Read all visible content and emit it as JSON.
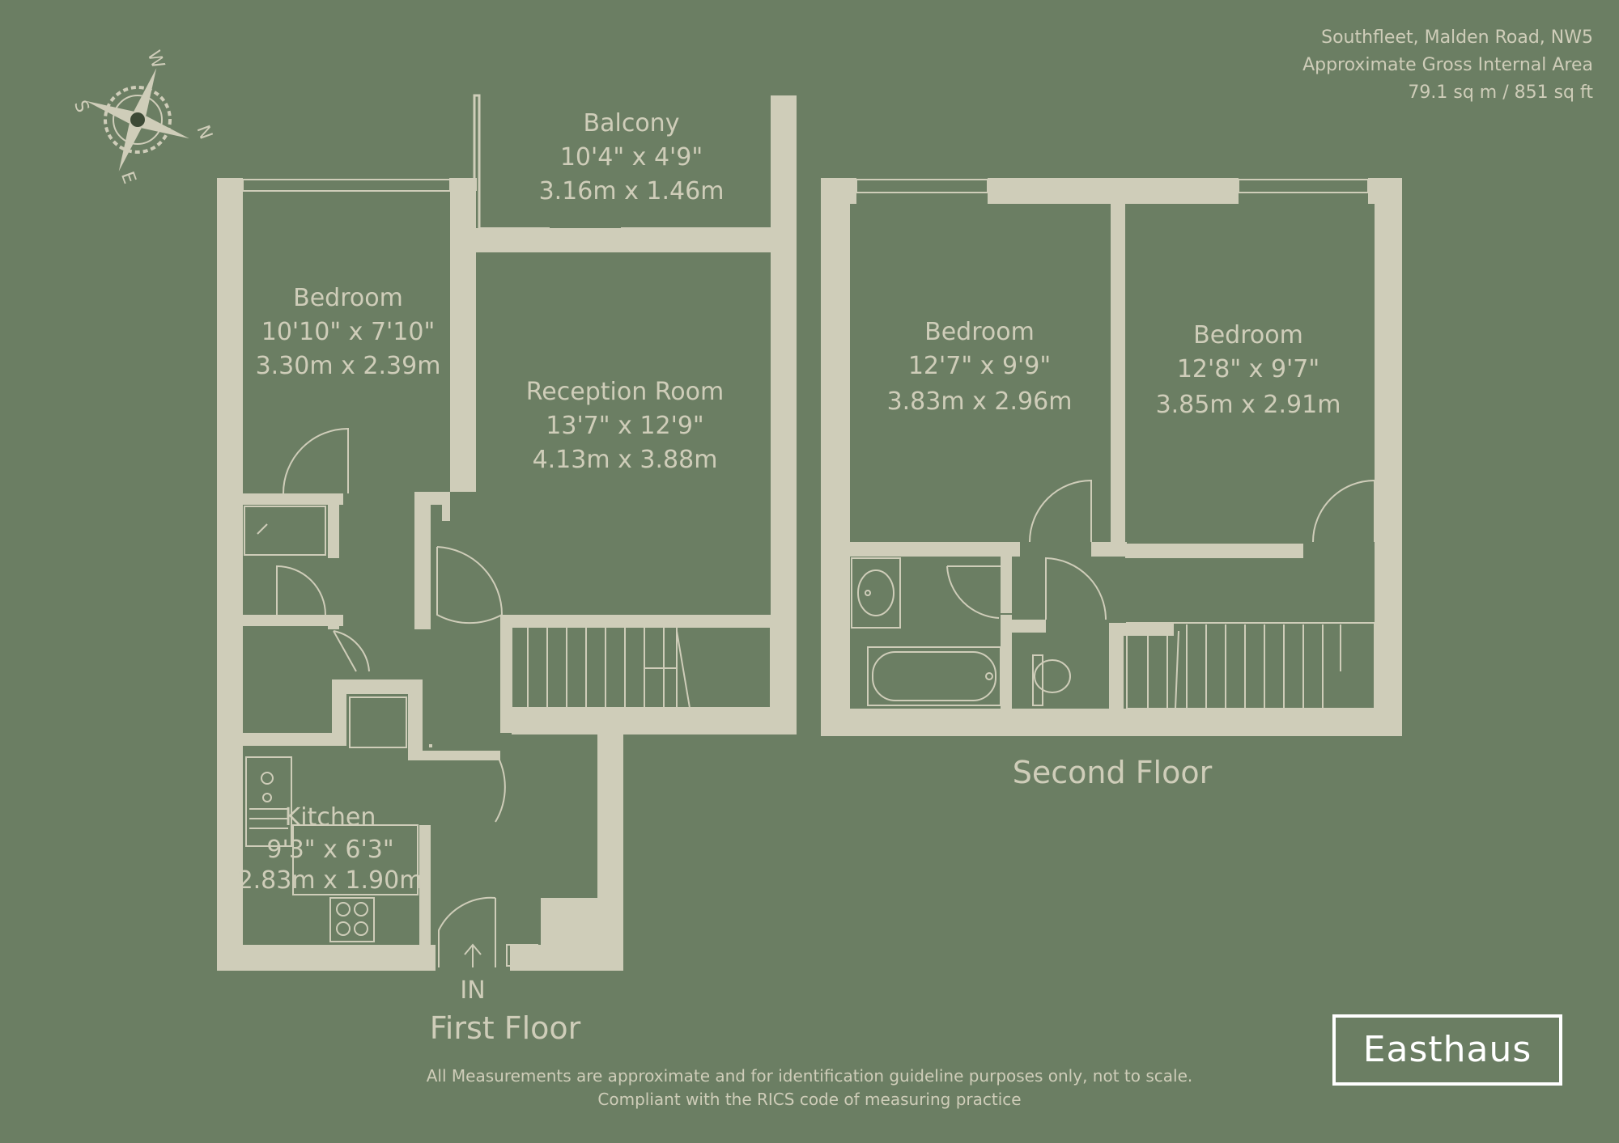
{
  "header": {
    "address": "Southfleet, Malden Road, NW5",
    "area_title": "Approximate Gross Internal Area",
    "area_value": "79.1 sq m / 851 sq ft"
  },
  "compass": {
    "letters": {
      "north": "N",
      "south": "S",
      "east": "E",
      "west": "W"
    }
  },
  "first_floor": {
    "label": "First Floor",
    "entrance": "IN",
    "rooms": {
      "balcony": {
        "name": "Balcony",
        "imperial": "10'4\" x 4'9\"",
        "metric": "3.16m x 1.46m"
      },
      "bedroom": {
        "name": "Bedroom",
        "imperial": "10'10\" x 7'10\"",
        "metric": "3.30m x 2.39m"
      },
      "reception": {
        "name": "Reception Room",
        "imperial": "13'7\" x 12'9\"",
        "metric": "4.13m x 3.88m"
      },
      "kitchen": {
        "name": "Kitchen",
        "imperial": "9'3\" x 6'3\"",
        "metric": "2.83m x 1.90m"
      }
    }
  },
  "second_floor": {
    "label": "Second Floor",
    "rooms": {
      "bedroom_left": {
        "name": "Bedroom",
        "imperial": "12'7\" x 9'9\"",
        "metric": "3.83m x 2.96m"
      },
      "bedroom_right": {
        "name": "Bedroom",
        "imperial": "12'8\" x 9'7\"",
        "metric": "3.85m x 2.91m"
      }
    }
  },
  "disclaimer": {
    "line1": "All Measurements are approximate and for identification guideline purposes only, not to scale.",
    "line2": "Compliant with the RICS code of measuring practice"
  },
  "brand": {
    "logo_text": "Easthaus"
  },
  "colors": {
    "background": "#6b7e63",
    "wall": "#cfcdb9",
    "logo": "#ffffff"
  }
}
